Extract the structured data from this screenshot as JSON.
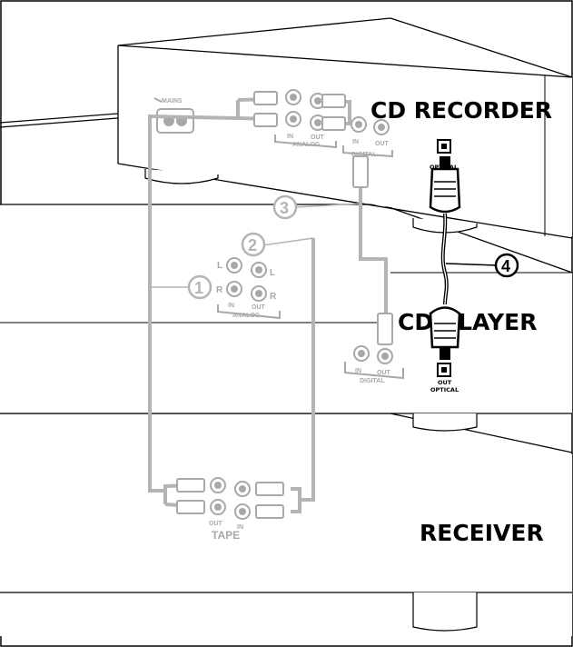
{
  "devices": {
    "cd_recorder": "CD RECORDER",
    "cd_player": "CD PLAYER",
    "receiver": "RECEIVER"
  },
  "connectors": {
    "mains": "MAINS",
    "analog": "ANALOG",
    "digital": "DIGITAL",
    "in": "IN",
    "out": "OUT",
    "left": "L",
    "right": "R",
    "optical": "OPTICAL",
    "out_optical_out": "OUT",
    "out_optical": "OPTICAL",
    "tape": "TAPE",
    "tape_out": "OUT",
    "tape_in": "IN"
  },
  "callouts": [
    "1",
    "2",
    "3",
    "4"
  ],
  "colors": {
    "outline": "#000000",
    "cable_gray": "#b4b4b4",
    "connector_gray": "#a8a8a8",
    "optical_cable": "#000000",
    "background": "#ffffff"
  }
}
